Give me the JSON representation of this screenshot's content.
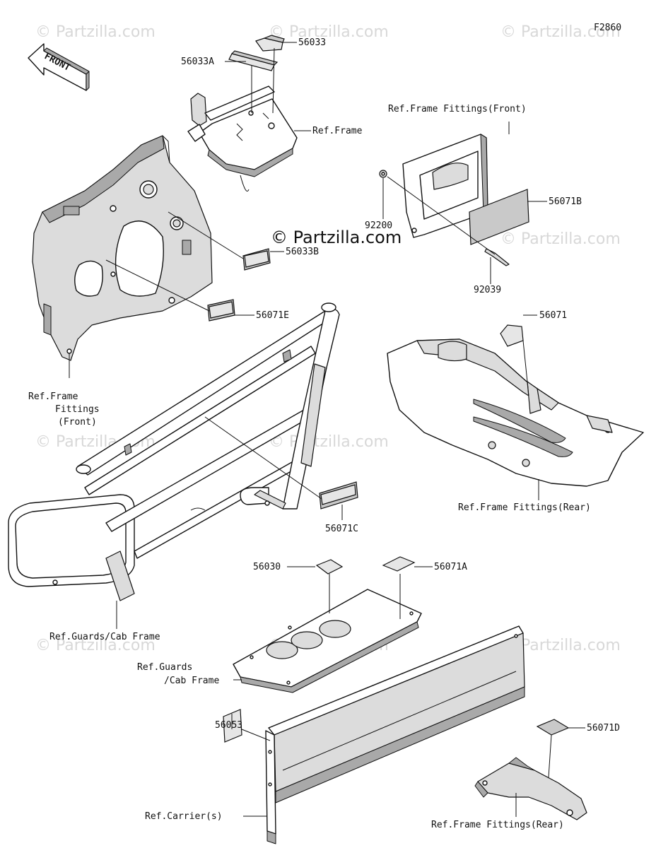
{
  "figure_code": "F2860",
  "watermark": "© Partzilla.com",
  "center_watermark": "© Partzilla.com",
  "front_arrow_label": "FRONT",
  "labels": {
    "p56033": "56033",
    "p56033A": "56033A",
    "ref_frame": "Ref.Frame",
    "ref_ff_front_top": "Ref.Frame Fittings(Front)",
    "p56071B": "56071B",
    "p92200": "92200",
    "p92039": "92039",
    "p56033B": "56033B",
    "p56071E": "56071E",
    "ref_ff_front_left_1": "Ref.Frame",
    "ref_ff_front_left_2": "Fittings",
    "ref_ff_front_left_3": "(Front)",
    "p56071": "56071",
    "ref_ff_rear_mid": "Ref.Frame Fittings(Rear)",
    "p56071C": "56071C",
    "ref_guards_left": "Ref.Guards/Cab Frame",
    "p56030": "56030",
    "p56071A": "56071A",
    "ref_guards_mid_1": "Ref.Guards",
    "ref_guards_mid_2": "/Cab Frame",
    "p56053": "56053",
    "p56071D": "56071D",
    "ref_carrier": "Ref.Carrier(s)",
    "ref_ff_rear_bottom": "Ref.Frame Fittings(Rear)"
  }
}
